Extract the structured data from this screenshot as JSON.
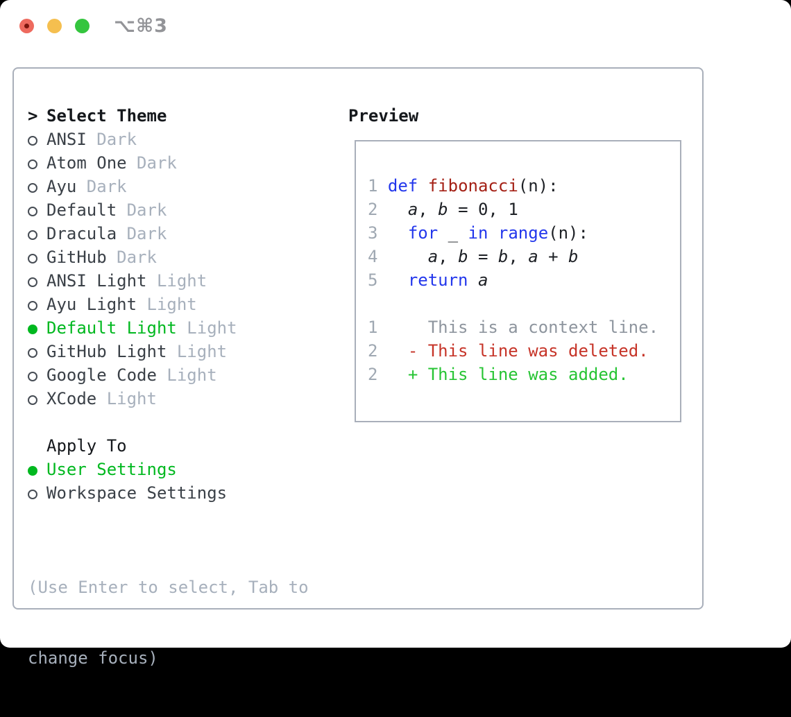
{
  "window": {
    "shortcut": "⌥⌘3"
  },
  "colors": {
    "accent_green": "#00b81f",
    "keyword_blue": "#2337ec",
    "function_red": "#a42015",
    "diff_deleted_red": "#c63428",
    "diff_added_green": "#27c434",
    "muted_gray": "#a7b0bc",
    "line_number_gray": "#9fa8b2",
    "panel_border": "#a9afba",
    "traffic_red": "#ee6a5e",
    "traffic_yellow": "#f5bf4f",
    "traffic_green": "#34c53e"
  },
  "theme_picker": {
    "prompt": ">",
    "title": "Select Theme",
    "items": [
      {
        "name": "ANSI",
        "variant": "Dark",
        "selected": false
      },
      {
        "name": "Atom One",
        "variant": "Dark",
        "selected": false
      },
      {
        "name": "Ayu",
        "variant": "Dark",
        "selected": false
      },
      {
        "name": "Default",
        "variant": "Dark",
        "selected": false
      },
      {
        "name": "Dracula",
        "variant": "Dark",
        "selected": false
      },
      {
        "name": "GitHub",
        "variant": "Dark",
        "selected": false
      },
      {
        "name": "ANSI Light",
        "variant": "Light",
        "selected": false
      },
      {
        "name": "Ayu Light",
        "variant": "Light",
        "selected": false
      },
      {
        "name": "Default Light",
        "variant": "Light",
        "selected": true
      },
      {
        "name": "GitHub Light",
        "variant": "Light",
        "selected": false
      },
      {
        "name": "Google Code",
        "variant": "Light",
        "selected": false
      },
      {
        "name": "XCode",
        "variant": "Light",
        "selected": false
      }
    ],
    "apply_to": {
      "title": "Apply To",
      "options": [
        {
          "name": "User Settings",
          "selected": true
        },
        {
          "name": "Workspace Settings",
          "selected": false
        }
      ]
    },
    "hint_lines": [
      "(Use Enter to select, Tab to",
      "change focus)"
    ]
  },
  "preview": {
    "title": "Preview",
    "lines": [
      {
        "segments": [
          {
            "t": "1 ",
            "c": "ln"
          },
          {
            "t": "def",
            "c": "kw"
          },
          {
            "t": " ",
            "c": "pl"
          },
          {
            "t": "fibonacci",
            "c": "fn"
          },
          {
            "t": "(n):",
            "c": "pl"
          }
        ]
      },
      {
        "segments": [
          {
            "t": "2 ",
            "c": "ln"
          },
          {
            "t": "  ",
            "c": "pl"
          },
          {
            "t": "a",
            "c": "var"
          },
          {
            "t": ", ",
            "c": "pl"
          },
          {
            "t": "b",
            "c": "var"
          },
          {
            "t": " = 0, 1",
            "c": "pl"
          }
        ]
      },
      {
        "segments": [
          {
            "t": "3 ",
            "c": "ln"
          },
          {
            "t": "  ",
            "c": "pl"
          },
          {
            "t": "for",
            "c": "kw"
          },
          {
            "t": " _ ",
            "c": "pl"
          },
          {
            "t": "in",
            "c": "kw"
          },
          {
            "t": " ",
            "c": "pl"
          },
          {
            "t": "range",
            "c": "kw"
          },
          {
            "t": "(n):",
            "c": "pl"
          }
        ]
      },
      {
        "segments": [
          {
            "t": "4 ",
            "c": "ln"
          },
          {
            "t": "    ",
            "c": "pl"
          },
          {
            "t": "a",
            "c": "var"
          },
          {
            "t": ", ",
            "c": "pl"
          },
          {
            "t": "b",
            "c": "var"
          },
          {
            "t": " = ",
            "c": "pl"
          },
          {
            "t": "b",
            "c": "var"
          },
          {
            "t": ", ",
            "c": "pl"
          },
          {
            "t": "a",
            "c": "var"
          },
          {
            "t": " + ",
            "c": "pl"
          },
          {
            "t": "b",
            "c": "var"
          }
        ]
      },
      {
        "segments": [
          {
            "t": "5 ",
            "c": "ln"
          },
          {
            "t": "  ",
            "c": "pl"
          },
          {
            "t": "return",
            "c": "kw"
          },
          {
            "t": " ",
            "c": "pl"
          },
          {
            "t": "a",
            "c": "var"
          }
        ]
      },
      {
        "segments": []
      },
      {
        "segments": [
          {
            "t": "1",
            "c": "ln"
          },
          {
            "t": "     This is a context line.",
            "c": "ctx"
          }
        ]
      },
      {
        "segments": [
          {
            "t": "2",
            "c": "ln"
          },
          {
            "t": "   ",
            "c": "pl"
          },
          {
            "t": "- This line was deleted.",
            "c": "del"
          }
        ]
      },
      {
        "segments": [
          {
            "t": "2",
            "c": "ln"
          },
          {
            "t": "   ",
            "c": "pl"
          },
          {
            "t": "+ This line was added.",
            "c": "add"
          }
        ]
      }
    ]
  }
}
